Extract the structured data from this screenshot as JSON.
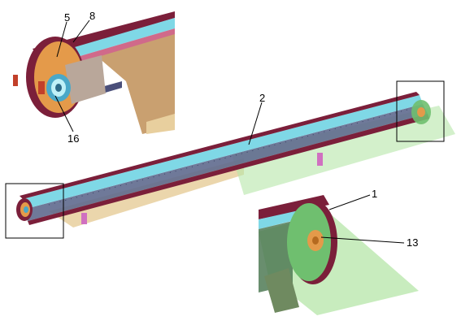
{
  "callouts": [
    {
      "id": "label-5",
      "text": "5"
    },
    {
      "id": "label-8",
      "text": "8"
    },
    {
      "id": "label-16",
      "text": "16"
    },
    {
      "id": "label-2",
      "text": "2"
    },
    {
      "id": "label-1",
      "text": "1"
    },
    {
      "id": "label-13",
      "text": "13"
    }
  ],
  "colors": {
    "belt_maroon": "#7b1f3a",
    "belt_cyan": "#7fd8e6",
    "rail_purple": "#5f6a8e",
    "shaft_orange": "#e49a4a",
    "bracket_tan": "#c9a070",
    "pulley_green": "#6fbf6f",
    "guard_green": "#b6e6a8",
    "clip_magenta": "#d070c0"
  }
}
